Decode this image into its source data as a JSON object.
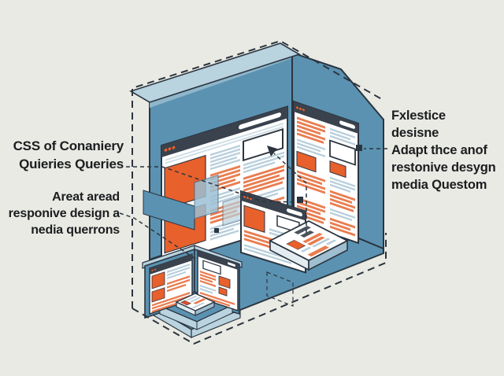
{
  "labels": {
    "left_top": {
      "lines": [
        "CSS of Conaniery",
        "Quieries Queries"
      ]
    },
    "left_bottom": {
      "lines": [
        "Areat aread",
        "responive design a",
        "nedia querrons"
      ]
    },
    "right": {
      "lines": [
        "Fxlestice",
        "desisne",
        "Adapt thce anof",
        "restonive desygn",
        "media Questom"
      ]
    }
  },
  "illustration": {
    "description": "Isometric open corner room showing responsive web design: desktop browser window, tablet browser window, standing tablet, flat tablet slab and phone, linked by dashed annotation lines",
    "icons": [
      "desktop-browser-window-icon",
      "tablet-browser-window-icon",
      "standing-tablet-icon",
      "flat-tablet-icon",
      "phone-icon",
      "traffic-light-dots-icon",
      "search-bar-icon",
      "dashed-arrow-icon"
    ],
    "colors": {
      "background": "#e9eae3",
      "wall_blue": "#5b92b1",
      "slab_light_blue": "#b9d3df",
      "accent_orange": "#e8602c",
      "stripe_orange": "#e97d50",
      "line_blue": "#b9cfdc",
      "outline_dark": "#2b3540",
      "header_dark": "#39424d",
      "dark_stripe": "#4b545e",
      "white": "#ffffff"
    }
  }
}
